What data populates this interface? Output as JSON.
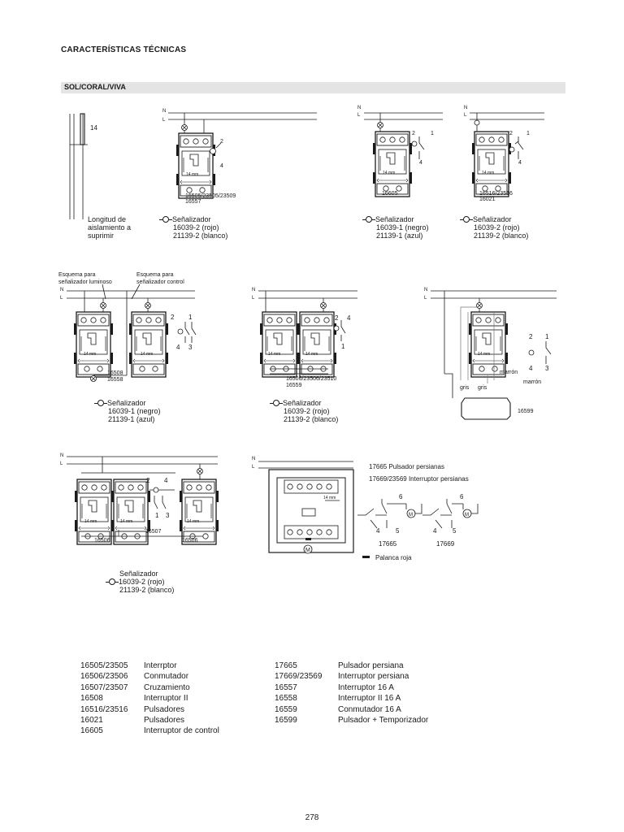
{
  "page": {
    "title": "CARACTERÍSTICAS TÉCNICAS",
    "section": "SOL/CORAL/VIVA",
    "page_number": "278"
  },
  "diagrams": {
    "strip": {
      "dimension": "14",
      "caption": [
        "Longitud de",
        "aislamiento a",
        "suprimir"
      ]
    },
    "d1": {
      "lines": [
        "N",
        "L"
      ],
      "codes": [
        "16505/23505/23509",
        "16557"
      ],
      "term_a": "2",
      "term_b": "4",
      "dim": "14 mm"
    },
    "d2": {
      "lines": [
        "N",
        "L"
      ],
      "codes": [
        "16605"
      ],
      "terms": [
        "2",
        "1",
        "4"
      ],
      "dim": "14 mm"
    },
    "d3": {
      "lines": [
        "N",
        "L"
      ],
      "codes": [
        "16516/23516",
        "16021"
      ],
      "terms": [
        "2",
        "1",
        "4"
      ],
      "dim": "14 mm"
    },
    "d4": {
      "lines": [
        "N",
        "L"
      ],
      "headers": [
        "Esquema para",
        "señalizador luminoso",
        "Esquema para",
        "señalizador control"
      ],
      "codes": [
        "16508",
        "16558"
      ],
      "terms": [
        "2",
        "1",
        "4",
        "3"
      ],
      "dim": "14 mm"
    },
    "d5": {
      "lines": [
        "N",
        "L"
      ],
      "codes": [
        "16506/23506/23510",
        "16559"
      ],
      "terms": [
        "2",
        "4",
        "1"
      ],
      "dim": "14 mm"
    },
    "d6": {
      "lines": [
        "N",
        "L"
      ],
      "terms": [
        "2",
        "1",
        "4",
        "3"
      ],
      "wires": [
        "gris",
        "gris",
        "marrón",
        "marrón"
      ],
      "code": "16599",
      "dim": "14 mm"
    },
    "d7": {
      "lines": [
        "N",
        "L"
      ],
      "terms": [
        "2",
        "4",
        "1",
        "3"
      ],
      "codes": [
        "16506",
        "16507",
        "16506"
      ],
      "dim": "14 mm"
    },
    "d8": {
      "lines": [
        "N",
        "L"
      ],
      "title_lines": [
        "17665  Pulsador persianas",
        "17669/23569  Interruptor persianas"
      ],
      "terms": [
        "6",
        "4",
        "5",
        "6",
        "4",
        "5"
      ],
      "codes": [
        "17665",
        "17669"
      ],
      "motor": "M",
      "note": "Palanca roja",
      "dim": "14 mm"
    }
  },
  "legends": {
    "d1": {
      "title": "Señalizador",
      "lines": [
        "16039-2 (rojo)",
        "21139-2 (blanco)"
      ]
    },
    "d2": {
      "title": "Señalizador",
      "lines": [
        "16039-1 (negro)",
        "21139-1 (azul)"
      ]
    },
    "d3": {
      "title": "Señalizador",
      "lines": [
        "16039-2 (rojo)",
        "21139-2 (blanco)"
      ]
    },
    "d4": {
      "title": "Señalizador",
      "lines": [
        "16039-1 (negro)",
        "21139-1 (azul)"
      ]
    },
    "d5": {
      "title": "Señalizador",
      "lines": [
        "16039-2 (rojo)",
        "21139-2 (blanco)"
      ]
    },
    "d7": {
      "title": "Señalizador",
      "lines": [
        "16039-2 (rojo)",
        "21139-2 (blanco)"
      ]
    }
  },
  "reference_table": {
    "left": [
      {
        "code": "16505/23505",
        "desc": "Interrptor"
      },
      {
        "code": "16506/23506",
        "desc": "Conmutador"
      },
      {
        "code": "16507/23507",
        "desc": "Cruzamiento"
      },
      {
        "code": "16508",
        "desc": "Interruptor II"
      },
      {
        "code": "16516/23516",
        "desc": "Pulsadores"
      },
      {
        "code": "16021",
        "desc": "Pulsadores"
      },
      {
        "code": "16605",
        "desc": "Interruptor de control"
      }
    ],
    "right": [
      {
        "code": "17665",
        "desc": "Pulsador persiana"
      },
      {
        "code": "17669/23569",
        "desc": "Interruptor persiana"
      },
      {
        "code": "16557",
        "desc": "Interruptor 16 A"
      },
      {
        "code": "16558",
        "desc": "Interruptor II 16 A"
      },
      {
        "code": "16559",
        "desc": "Conmutador 16 A"
      },
      {
        "code": "16599",
        "desc": "Pulsador + Temporizador"
      }
    ]
  }
}
